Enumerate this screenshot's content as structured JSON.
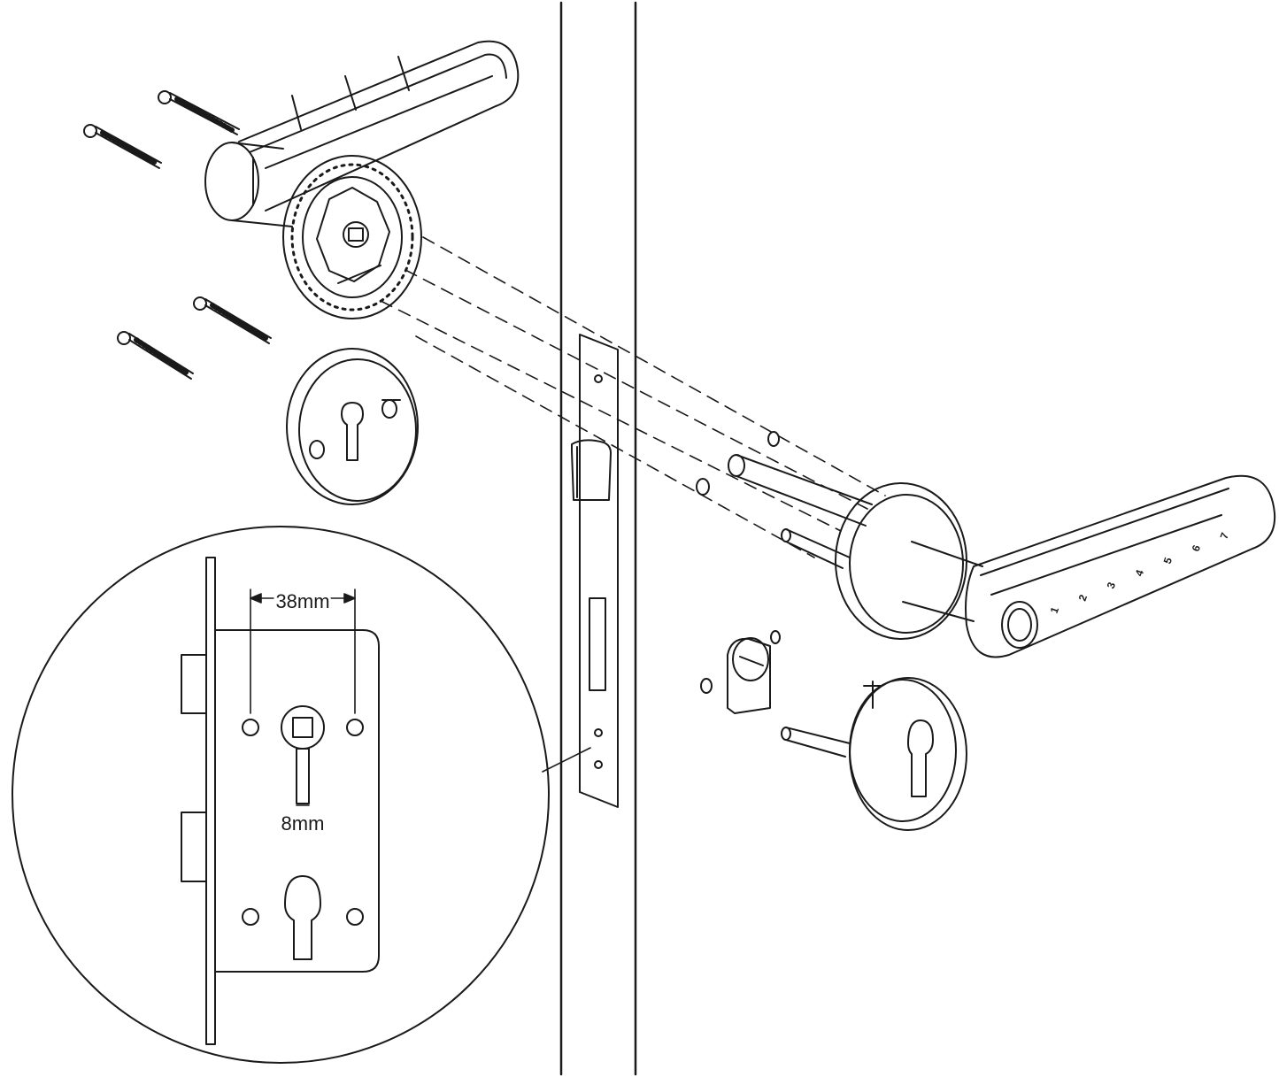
{
  "diagram": {
    "type": "exploded-assembly",
    "subject": "door lever handle with mortise lock",
    "detail": {
      "backset_label": "38mm",
      "spindle_label": "8mm"
    },
    "keypad_digits": [
      "1",
      "2",
      "3",
      "4",
      "5",
      "6",
      "7"
    ],
    "colors": {
      "line": "#1a1a1a",
      "background": "#ffffff"
    }
  }
}
